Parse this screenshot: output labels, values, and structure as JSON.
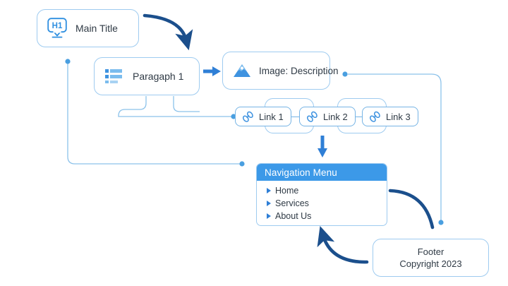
{
  "diagram": {
    "title": "HTML page structure flow diagram",
    "background": "#ffffff",
    "colors": {
      "node_border": "#9ecbf0",
      "accent_blue": "#3c99e8",
      "arrow_dark": "#1b4f8c",
      "arrow_light": "#2f7fd6",
      "connector": "#8cc2ea",
      "text": "#2f3a45",
      "nav_header_bg": "#3c99e8",
      "nav_header_text": "#ffffff"
    }
  },
  "nodes": {
    "title": {
      "label": "Main Title",
      "icon": "h1-heading-icon",
      "icon_text": "H1"
    },
    "paragraph": {
      "label": "Paragaph 1",
      "icon": "list-lines-icon"
    },
    "image": {
      "label": "Image: Description",
      "icon": "mountain-image-icon"
    },
    "links": [
      {
        "label": "Link 1",
        "icon": "chain-link-icon"
      },
      {
        "label": "Link 2",
        "icon": "chain-link-icon"
      },
      {
        "label": "Link 3",
        "icon": "chain-link-icon"
      }
    ],
    "nav": {
      "header": "Navigation Menu",
      "items": [
        {
          "label": "Home",
          "icon": "caret-right-icon"
        },
        {
          "label": "Services",
          "icon": "caret-right-icon"
        },
        {
          "label": "About Us",
          "icon": "caret-right-icon"
        }
      ]
    },
    "footer": {
      "line1": "Footer",
      "line2": "Copyright 2023"
    }
  },
  "connectors": [
    {
      "name": "title-to-paragraph-curved-arrow",
      "style": "dark-curved"
    },
    {
      "name": "paragraph-to-image-arrow",
      "style": "light-straight-right"
    },
    {
      "name": "links-to-nav-arrow",
      "style": "light-straight-down"
    },
    {
      "name": "nav-to-footer-curve",
      "style": "dark-curved"
    },
    {
      "name": "footer-to-nav-arrow",
      "style": "dark-curved-up"
    },
    {
      "name": "title-branch-to-nav-line",
      "style": "thin-elbow"
    },
    {
      "name": "paragraph-to-link1-line",
      "style": "thin-elbow"
    },
    {
      "name": "image-branch-to-footer-line",
      "style": "thin-elbow"
    }
  ]
}
